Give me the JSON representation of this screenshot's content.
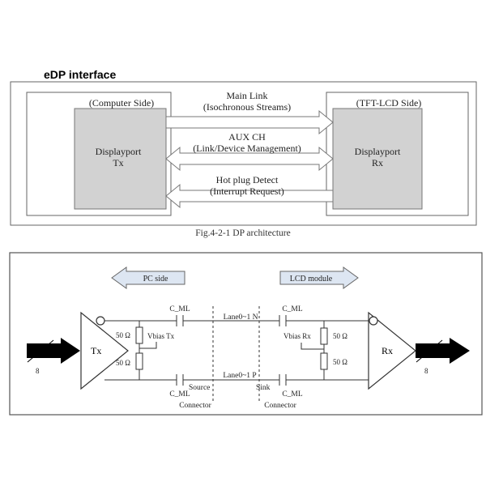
{
  "header": {
    "title": "eDP interface"
  },
  "figure1": {
    "left_side": "(Computer Side)",
    "right_side": "(TFT-LCD Side)",
    "tx_line1": "Displayport",
    "tx_line2": "Tx",
    "rx_line1": "Displayport",
    "rx_line2": "Rx",
    "main_link_1": "Main Link",
    "main_link_2": "(Isochronous Streams)",
    "aux_1": "AUX CH",
    "aux_2": "(Link/Device Management)",
    "hpd_1": "Hot plug Detect",
    "hpd_2": "(Interrupt Request)",
    "caption": "Fig.4-2-1 DP architecture"
  },
  "figure2": {
    "pc_side": "PC side",
    "lcd_module": "LCD module",
    "tx": "Tx",
    "rx": "Rx",
    "cml_top_left": "C_ML",
    "cml_top_right": "C_ML",
    "cml_bottom_left": "C_ML",
    "cml_bottom_right": "C_ML",
    "lane_n": "Lane0~1 N",
    "lane_p": "Lane0~1 P",
    "r_tx_top": "50 Ω",
    "r_tx_bottom": "50 Ω",
    "r_rx_top": "50 Ω",
    "r_rx_bottom": "50 Ω",
    "vbias_tx": "Vbias Tx",
    "vbias_rx": "Vbias Rx",
    "source": "Source",
    "sink": "Sink",
    "connector_left": "Connector",
    "connector_right": "Connector",
    "bus_left": "8",
    "bus_right": "8"
  },
  "colors": {
    "box_gray": "#d2d2d2",
    "arrow_blue": "#dde6f2",
    "stroke": "#555555"
  }
}
